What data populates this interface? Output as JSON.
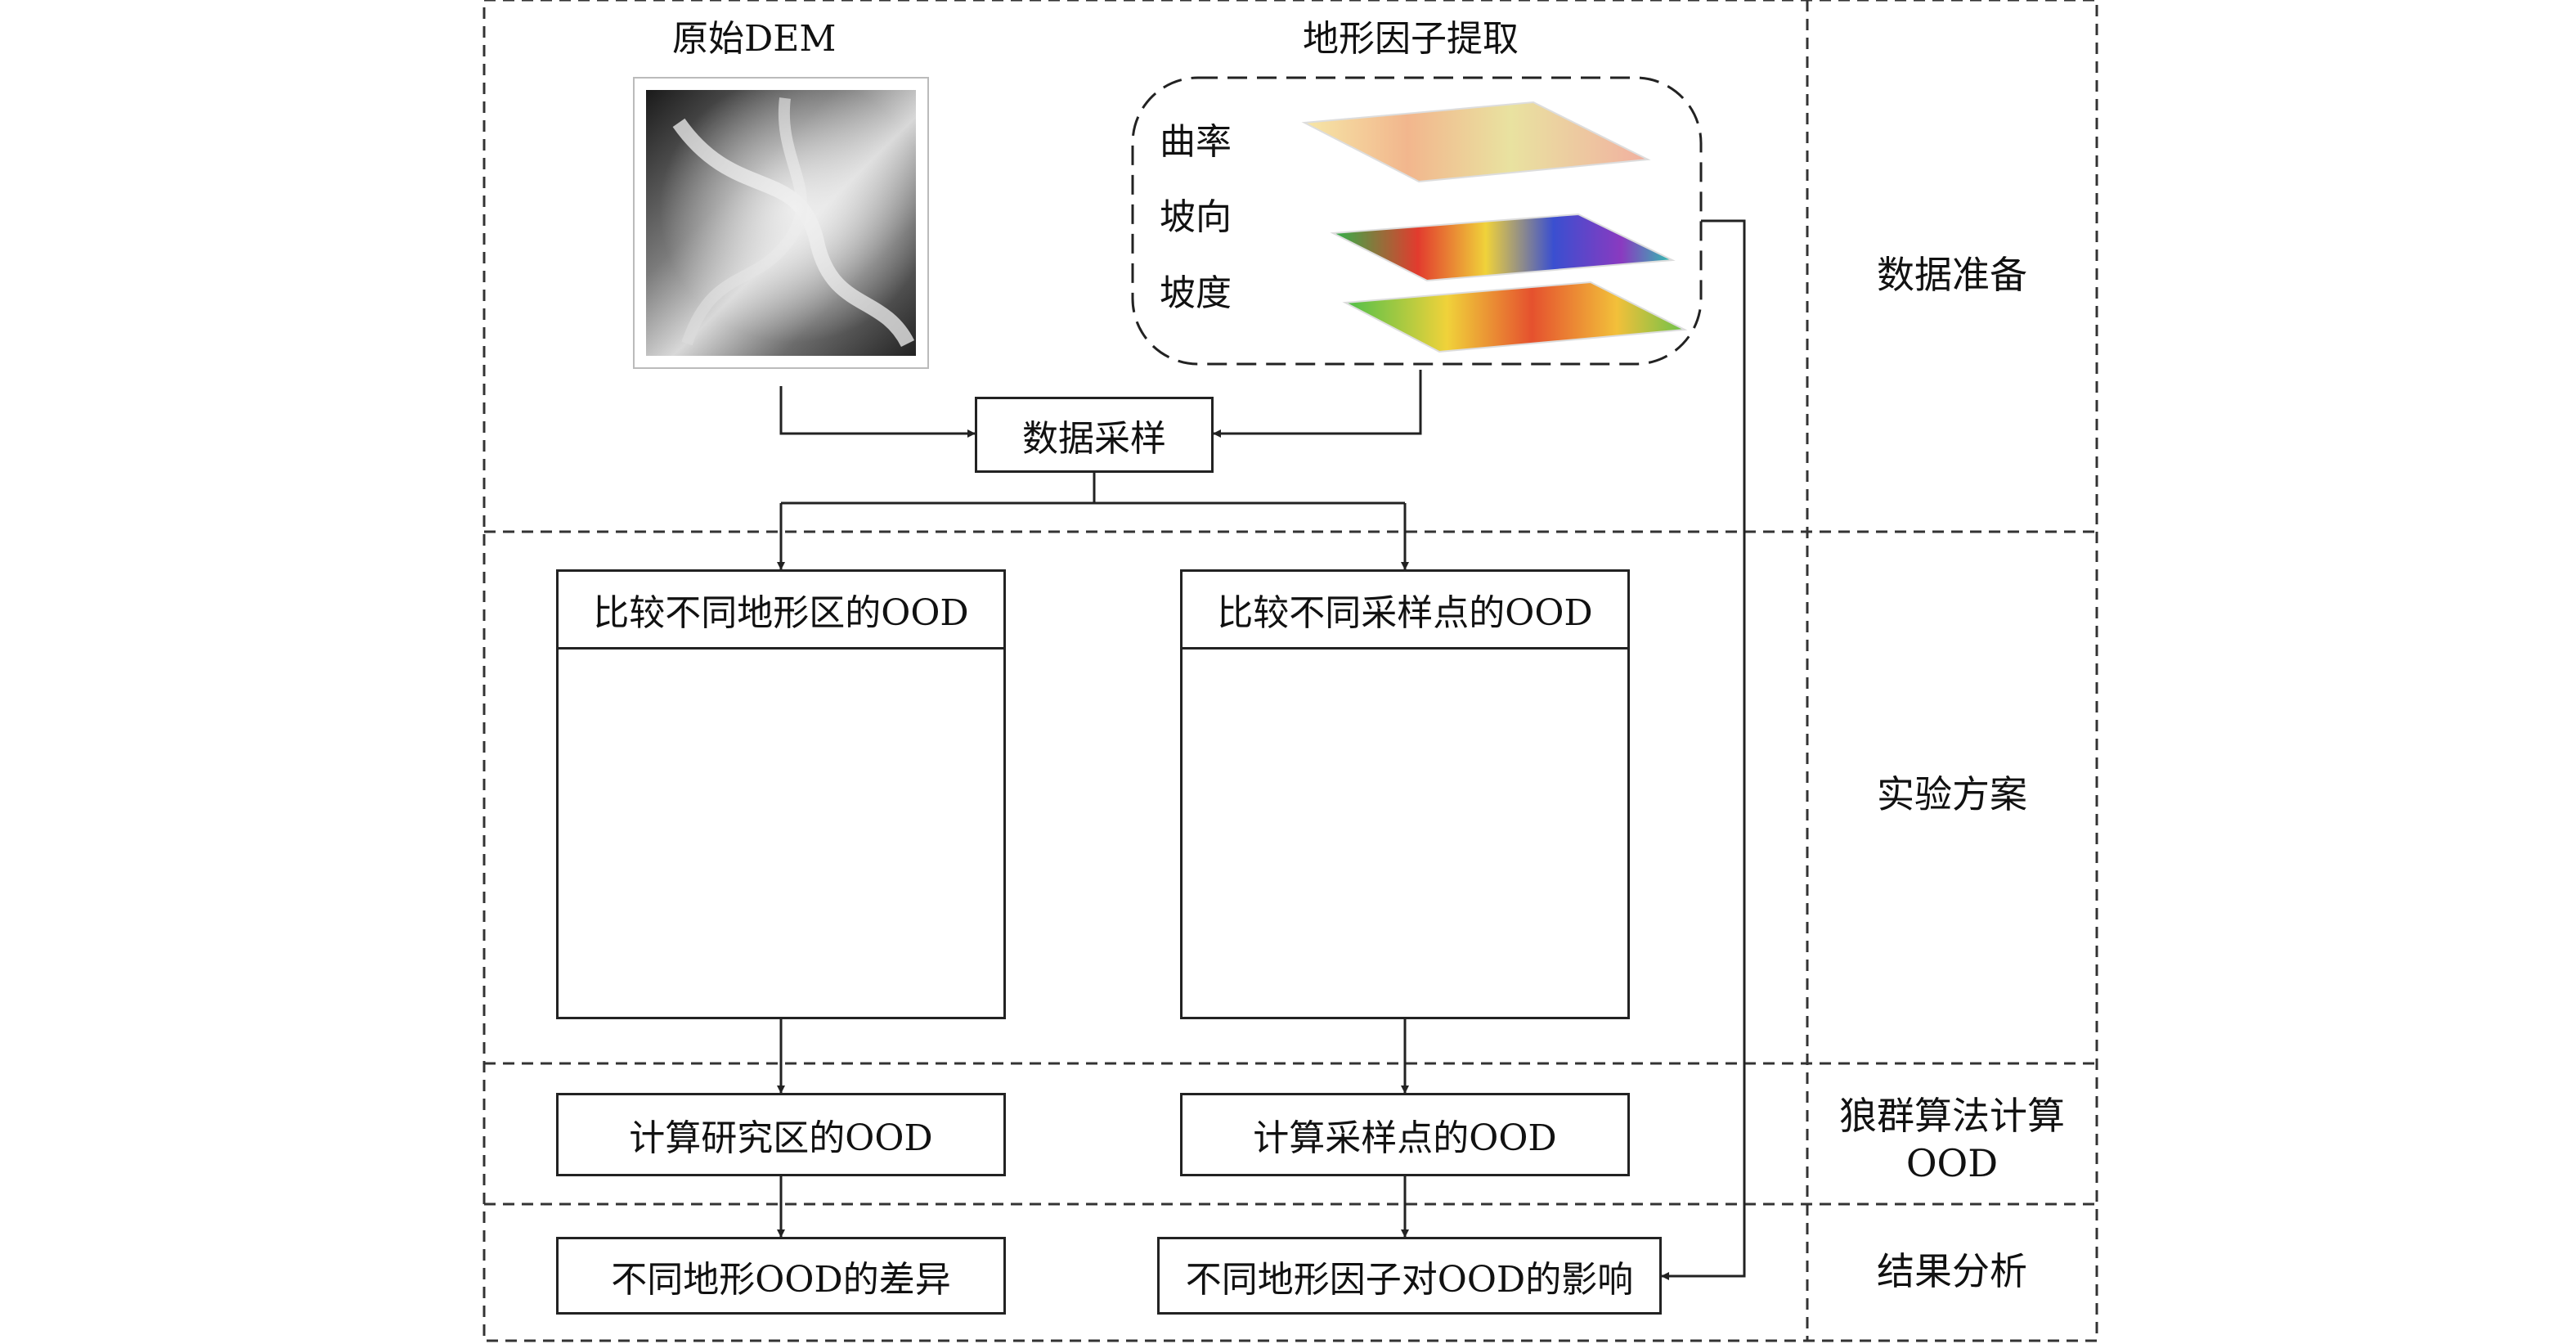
{
  "title_dem": "原始DEM",
  "title_factors": "地形因子提取",
  "factors": [
    "曲率",
    "坡向",
    "坡度"
  ],
  "sampling_box": "数据采样",
  "panel_left": "比较不同地形区的OOD",
  "panel_right": "比较不同采样点的OOD",
  "calc_left": "计算研究区的OOD",
  "calc_right": "计算采样点的OOD",
  "result_left": "不同地形OOD的差异",
  "result_right": "不同地形因子对OOD的影响",
  "stages": {
    "prep": "数据准备",
    "experiment": "实验方案",
    "wolf_line1": "狼群算法计算",
    "wolf_line2": "OOD",
    "analysis": "结果分析"
  }
}
